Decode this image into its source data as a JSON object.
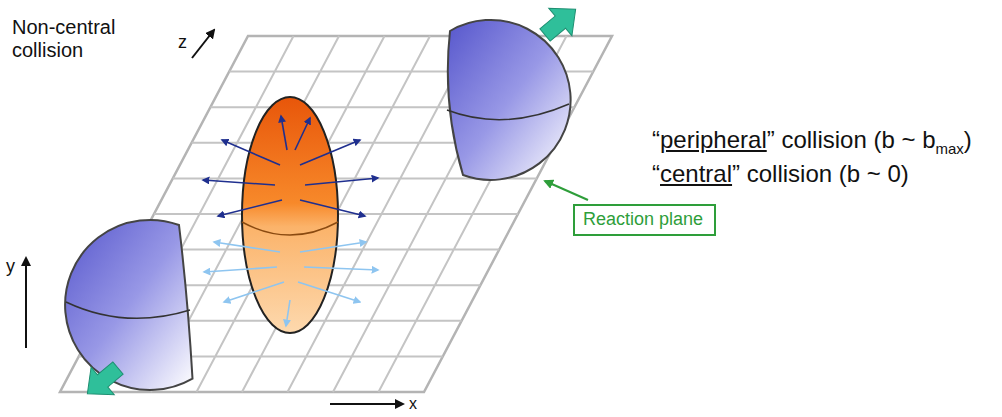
{
  "diagram": {
    "nodes": [
      {
        "text": [
          "Reaction plane"
        ]
      }
    ],
    "labels": [
      "Non-central collision",
      "z",
      "“",
      "peripheral",
      "” collision (b ~ b",
      "max",
      ")",
      "“",
      "central",
      "” collision (b ~ 0)",
      "y",
      "x"
    ]
  }
}
